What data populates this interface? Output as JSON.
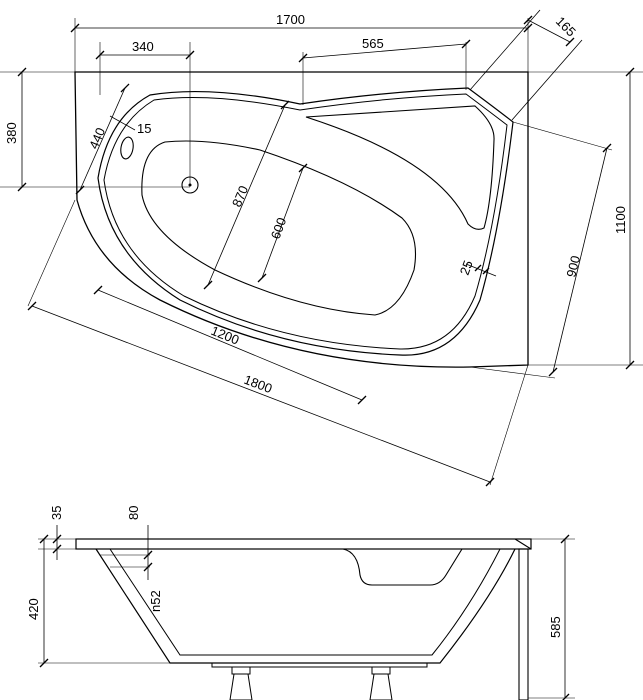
{
  "plan_view": {
    "width_overall": "1700",
    "depth_overall": "1100",
    "length_diagonal": "1800",
    "basin_length": "1200",
    "corner_cut_top": "165",
    "head_end_width": "565",
    "overflow_offset": "340",
    "overflow_to_edge_vertical": "380",
    "overflow_to_edge_diagonal": "440",
    "overflow_diameter": "15",
    "inner_depth_890": "870",
    "basin_bottom_width": "600",
    "side_edge_length": "900",
    "rim_width_side": "25"
  },
  "side_view": {
    "rim_thickness": "35",
    "overflow_below_rim": "80",
    "drain_label": "n52",
    "depth_inner": "420",
    "total_height": "585"
  }
}
